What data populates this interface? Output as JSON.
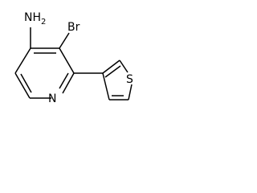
{
  "molecule": {
    "atoms": {
      "nh2_main": "NH",
      "nh2_sub": "2",
      "bromine": "Br",
      "pyridine_nitrogen": "N",
      "thiophene_sulfur": "S"
    },
    "colors": {
      "bond": "#000000",
      "label": "#000000",
      "background": "#ffffff"
    }
  }
}
